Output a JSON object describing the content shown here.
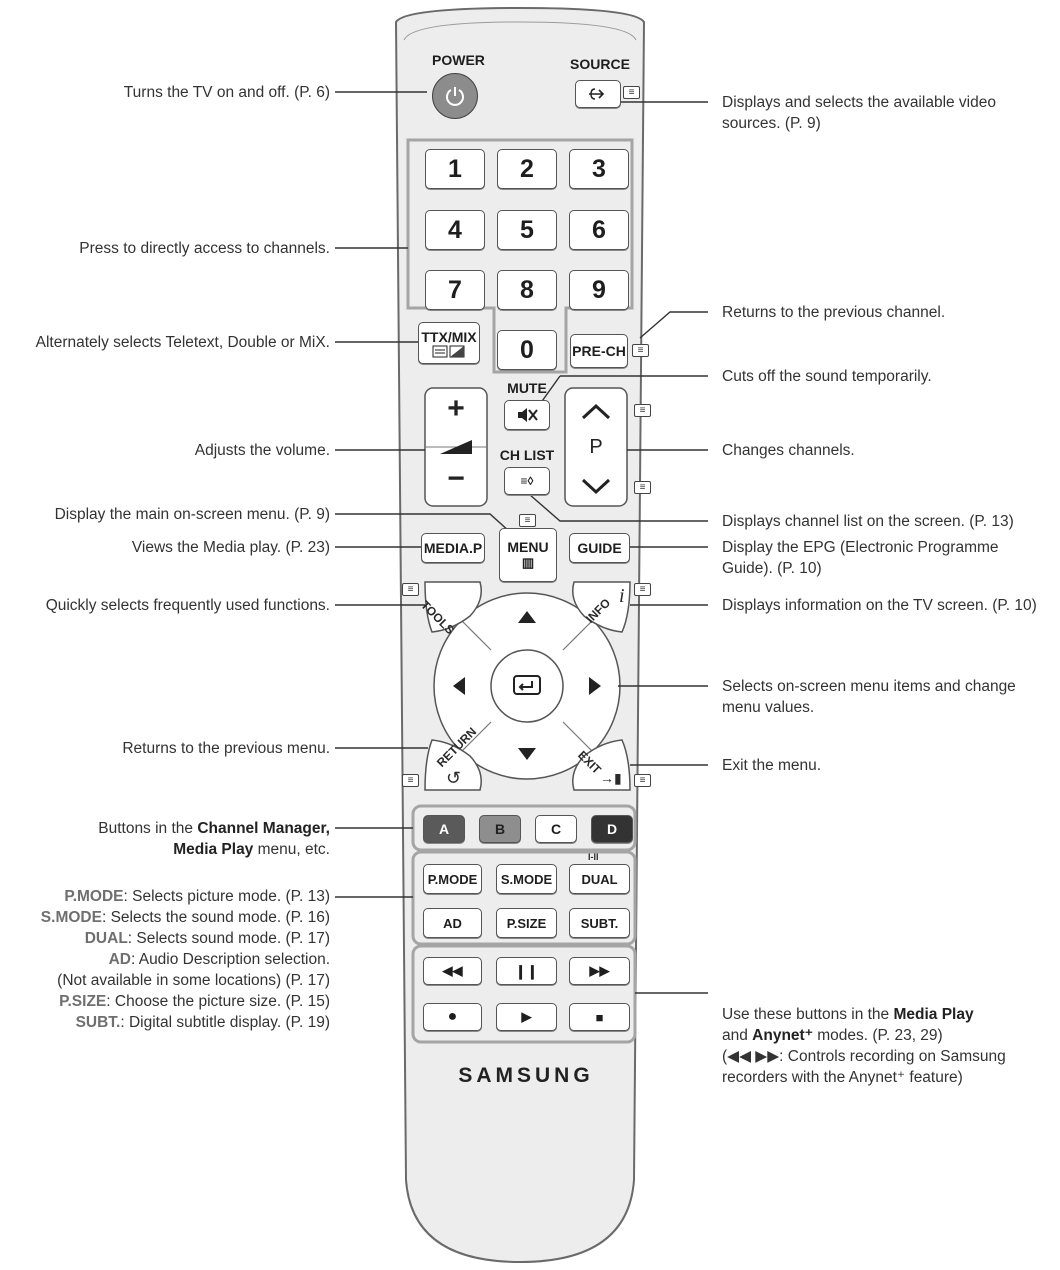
{
  "remote": {
    "power_label": "POWER",
    "source_label": "SOURCE",
    "digits": [
      "1",
      "2",
      "3",
      "4",
      "5",
      "6",
      "7",
      "8",
      "9",
      "0"
    ],
    "ttx_label": "TTX/MIX",
    "prech_label": "PRE-CH",
    "mute_label": "MUTE",
    "chlist_label": "CH LIST",
    "vol_plus": "+",
    "vol_minus": "−",
    "ch_letter": "P",
    "mediap_label": "MEDIA.P",
    "menu_label": "MENU",
    "guide_label": "GUIDE",
    "tools_label": "TOOLS",
    "info_label": "INFO",
    "return_label": "RETURN",
    "exit_label": "EXIT",
    "color_buttons": [
      "A",
      "B",
      "C",
      "D"
    ],
    "row1": [
      "P.MODE",
      "S.MODE",
      "DUAL"
    ],
    "dual_top": "I-II",
    "row2": [
      "AD",
      "P.SIZE",
      "SUBT."
    ],
    "brand": "SAMSUNG",
    "colors": {
      "a": "#5a5a5a",
      "b": "#8e8e8e",
      "c": "#ffffff",
      "d": "#333333",
      "body": "#f0f0f0"
    }
  },
  "labels": {
    "power": "Turns the TV on and off. (P. 6)",
    "source": "Displays and selects the available video sources. (P. 9)",
    "source_l1": "Displays and selects the available video",
    "source_l2": "sources. (P. 9)",
    "digits": "Press to directly access to channels.",
    "prech": "Returns to the previous channel.",
    "ttx": "Alternately selects Teletext, Double or MiX.",
    "mute": "Cuts off the sound temporarily.",
    "volume": "Adjusts the volume.",
    "channel": "Changes channels.",
    "menu": "Display the main on-screen menu. (P. 9)",
    "chlist": "Displays channel list on the screen. (P. 13)",
    "mediap": "Views the Media play. (P. 23)",
    "guide_l1": "Display the EPG (Electronic Programme",
    "guide_l2": "Guide). (P. 10)",
    "tools": "Quickly selects frequently used functions.",
    "info": "Displays information on the TV screen. (P. 10)",
    "nav_l1": "Selects on-screen menu items and change",
    "nav_l2": "menu values.",
    "return": "Returns to the previous menu.",
    "exit": "Exit the menu.",
    "color_l1_pre": "Buttons in the ",
    "color_l1_bold": "Channel Manager,",
    "color_l2_bold": "Media Play",
    "color_l2_post": " menu, etc.",
    "mode_items": [
      {
        "key": "P.MODE",
        "text": ": Selects picture mode. (P. 13)"
      },
      {
        "key": "S.MODE",
        "text": ": Selects the sound mode. (P. 16)"
      },
      {
        "key": "DUAL",
        "text": ": Selects sound mode. (P. 17)"
      },
      {
        "key": "AD",
        "text": ": Audio Description selection."
      },
      {
        "key": "",
        "text": "(Not available in some locations) (P. 17)"
      },
      {
        "key": "P.SIZE",
        "text": ": Choose the picture size. (P. 15)"
      },
      {
        "key": "SUBT.",
        "text": ": Digital subtitle display. (P. 19)"
      }
    ],
    "media_l1_pre": "Use these buttons in the ",
    "media_l1_bold": "Media Play",
    "media_l2_pre": "and ",
    "media_l2_bold": "Anynet⁺",
    "media_l2_post": " modes. (P. 23, 29)",
    "media_l3": "(◀◀ ▶▶: Controls recording on Samsung",
    "media_l4": "recorders with the Anynet⁺ feature)"
  }
}
